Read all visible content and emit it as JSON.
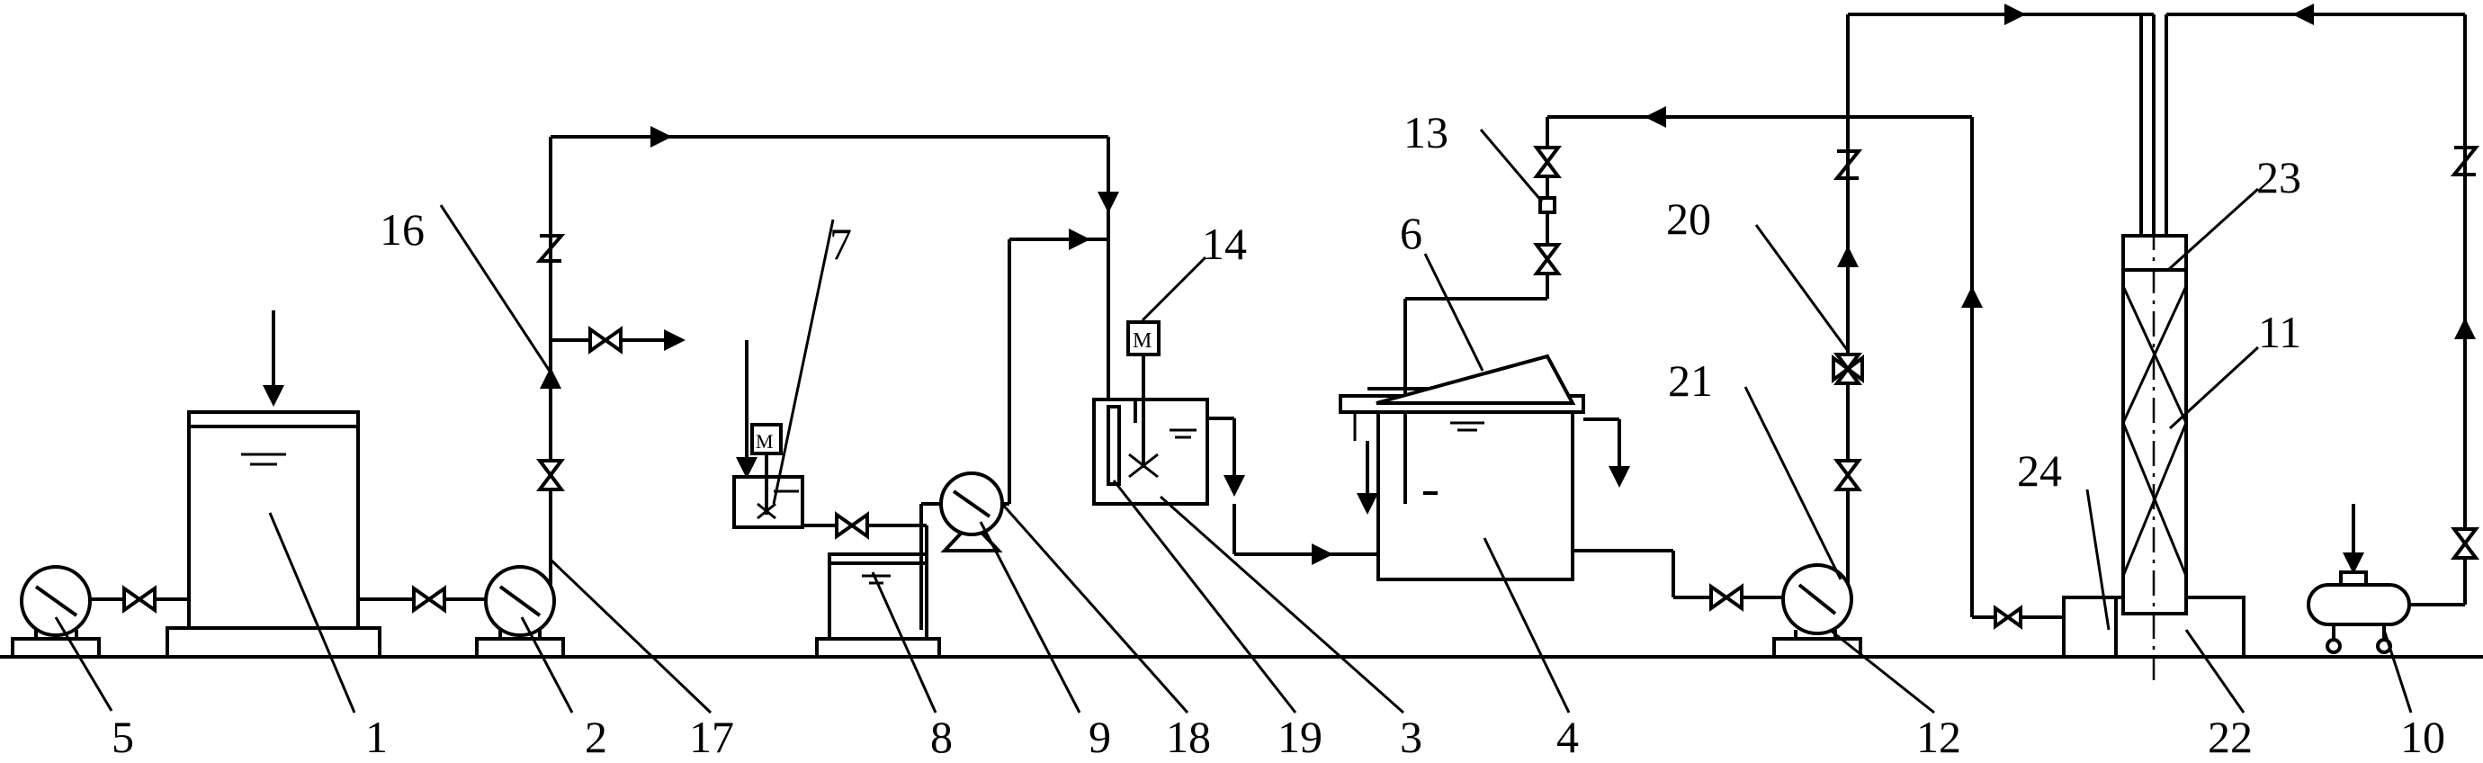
{
  "labels": {
    "n1": "1",
    "n2": "2",
    "n3": "3",
    "n4": "4",
    "n5": "5",
    "n6": "6",
    "n7": "7",
    "n8": "8",
    "n9": "9",
    "n10": "10",
    "n11": "11",
    "n12": "12",
    "n13": "13",
    "n14": "14",
    "n16": "16",
    "n17": "17",
    "n18": "18",
    "n19": "19",
    "n20": "20",
    "n21": "21",
    "n22": "22",
    "n23": "23",
    "n24": "24"
  },
  "motor_symbol": "M",
  "colors": {
    "line": "#000000",
    "background": "#ffffff"
  }
}
